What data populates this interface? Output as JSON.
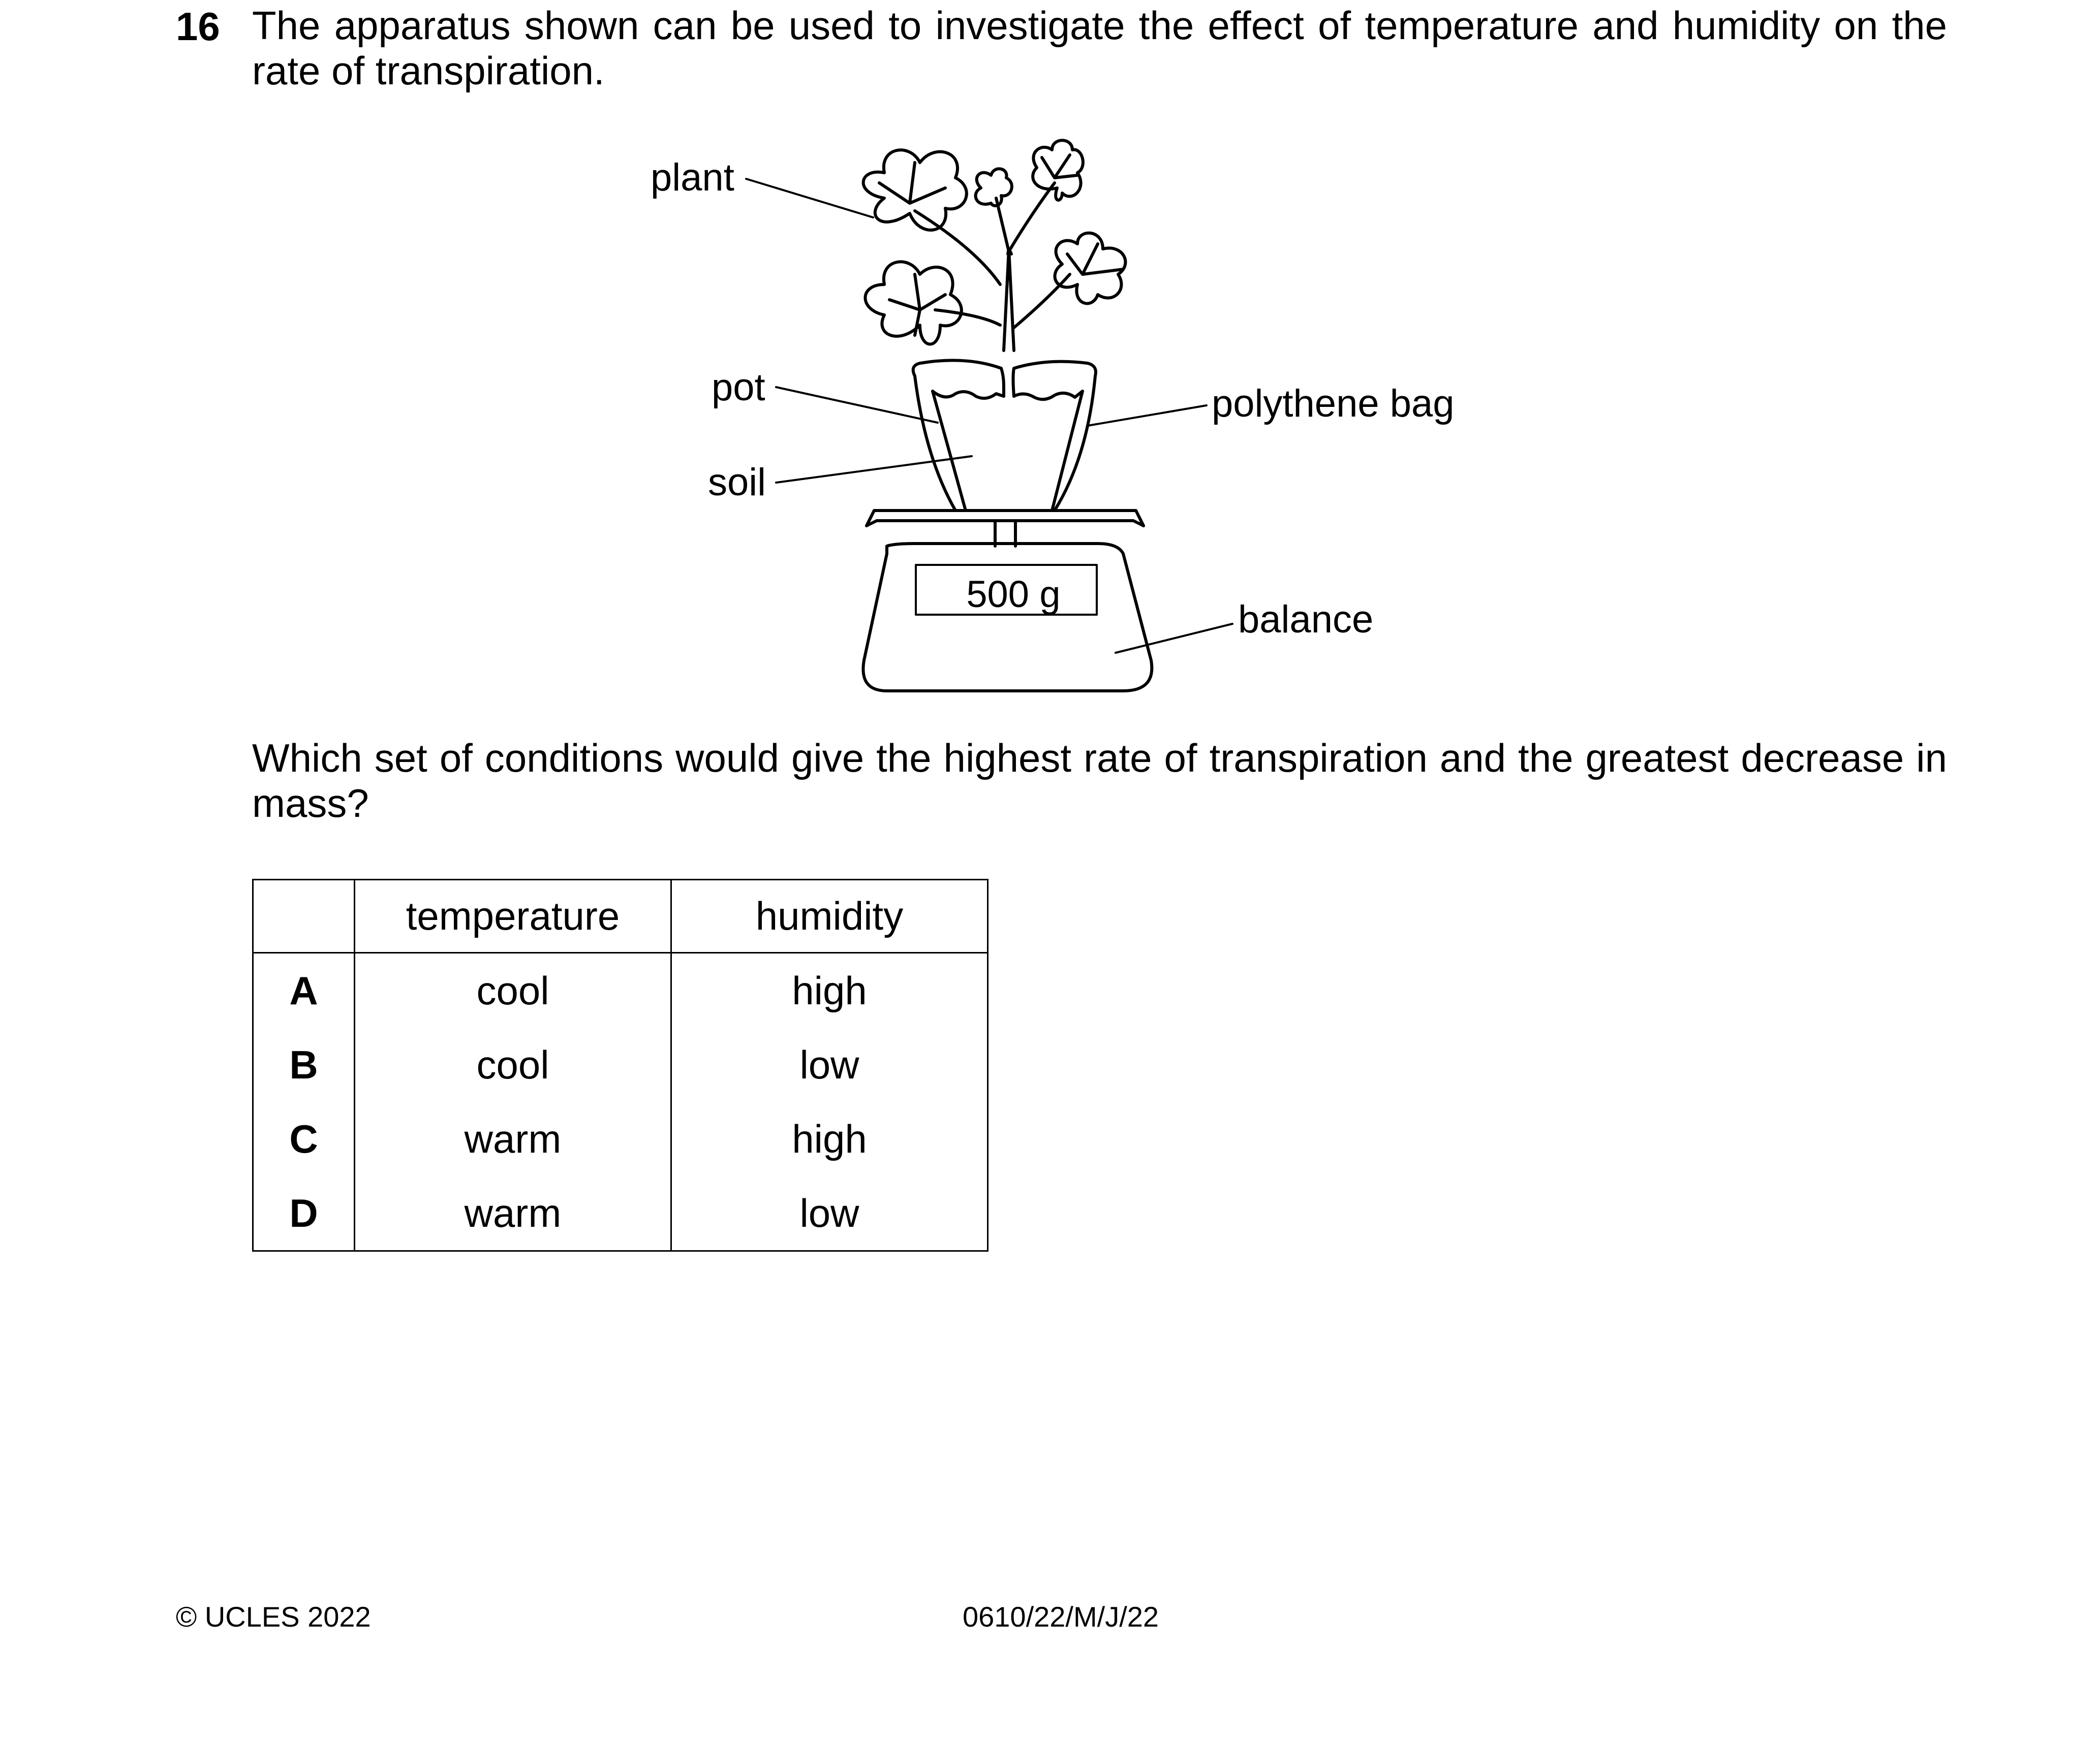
{
  "question": {
    "number": "16",
    "intro": "The apparatus shown can be used to investigate the effect of temperature and humidity on the rate of transpiration.",
    "prompt": "Which set of conditions would give the highest rate of transpiration and the greatest decrease in mass?"
  },
  "figure": {
    "labels": {
      "plant": "plant",
      "pot": "pot",
      "soil": "soil",
      "bag": "polythene bag",
      "balance": "balance"
    },
    "reading": "500 g"
  },
  "table": {
    "headers": [
      "",
      "temperature",
      "humidity"
    ],
    "rows": [
      {
        "key": "A",
        "temperature": "cool",
        "humidity": "high"
      },
      {
        "key": "B",
        "temperature": "cool",
        "humidity": "low"
      },
      {
        "key": "C",
        "temperature": "warm",
        "humidity": "high"
      },
      {
        "key": "D",
        "temperature": "warm",
        "humidity": "low"
      }
    ]
  },
  "footer": {
    "copyright": "© UCLES 2022",
    "code": "0610/22/M/J/22"
  }
}
